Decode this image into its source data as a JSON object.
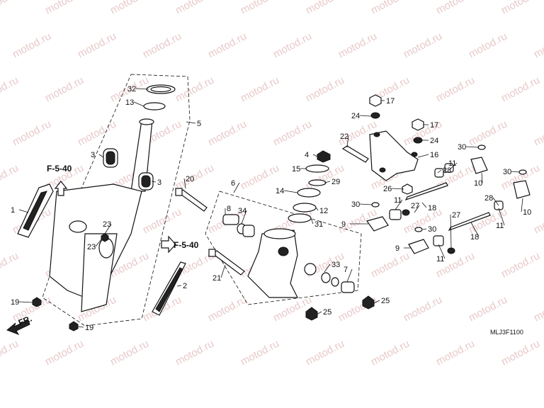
{
  "watermark": "motod.ru",
  "ref_left": "F-5-40",
  "ref_mid": "F-5-40",
  "front_label": "FR.",
  "diagram_code": "MLJ3F1100",
  "callouts": [
    "32",
    "13",
    "5",
    "3",
    "3",
    "1",
    "20",
    "6",
    "8",
    "34",
    "23",
    "23",
    "21",
    "2",
    "19",
    "19",
    "33",
    "7",
    "25",
    "25",
    "17",
    "24",
    "17",
    "24",
    "22",
    "16",
    "30",
    "4",
    "15",
    "29",
    "14",
    "28",
    "10",
    "11",
    "30",
    "26",
    "30",
    "12",
    "31",
    "11",
    "18",
    "9",
    "27",
    "28",
    "10",
    "11",
    "27",
    "30",
    "18",
    "9",
    "11"
  ]
}
